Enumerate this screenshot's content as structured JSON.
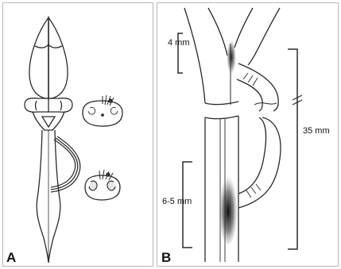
{
  "panels": {
    "a": {
      "label": "A"
    },
    "b": {
      "label": "B"
    }
  },
  "measurements": {
    "upper_lesion": "4 mm",
    "lower_lesion": "6-5 mm",
    "graft_span": "35 mm"
  },
  "colors": {
    "line": "#2a2a2a",
    "frame": "#b8b8b8",
    "stipple": "#222222"
  }
}
